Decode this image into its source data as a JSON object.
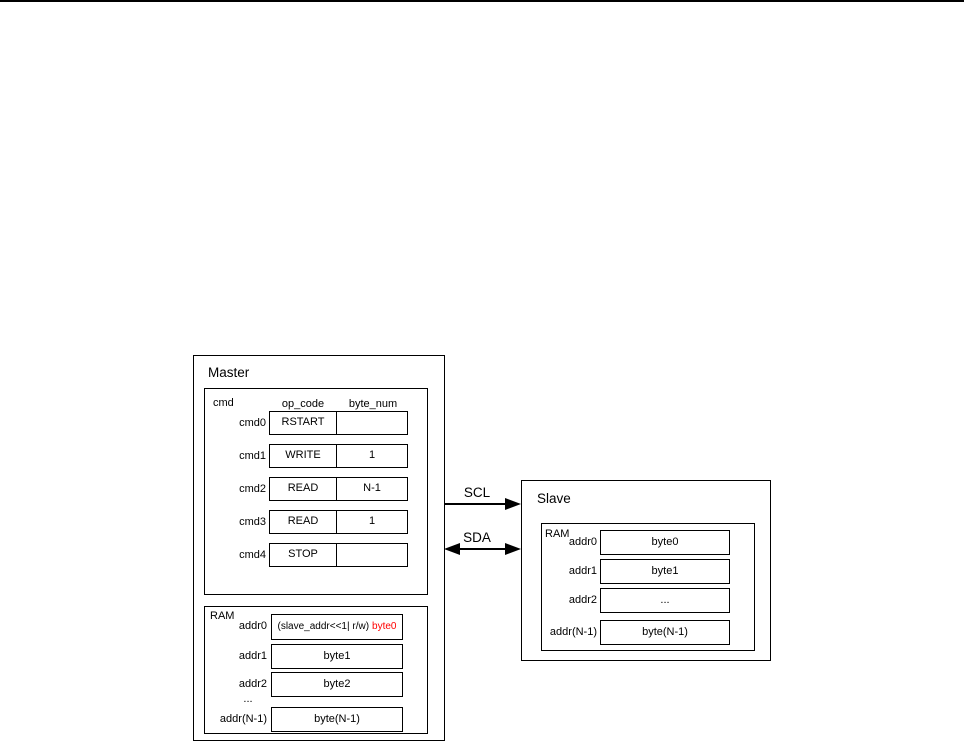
{
  "diagram": {
    "master": {
      "title": "Master",
      "cmd_table": {
        "label": "cmd",
        "columns": [
          "op_code",
          "byte_num"
        ],
        "rows": [
          {
            "label": "cmd0",
            "op_code": "RSTART",
            "byte_num": ""
          },
          {
            "label": "cmd1",
            "op_code": "WRITE",
            "byte_num": "1"
          },
          {
            "label": "cmd2",
            "op_code": "READ",
            "byte_num": "N-1"
          },
          {
            "label": "cmd3",
            "op_code": "READ",
            "byte_num": "1"
          },
          {
            "label": "cmd4",
            "op_code": "STOP",
            "byte_num": ""
          }
        ]
      },
      "ram_table": {
        "label": "RAM",
        "ellipsis": "...",
        "rows": [
          {
            "label": "addr0",
            "value": "(slave_addr<<1| r/w)",
            "highlight": "byte0"
          },
          {
            "label": "addr1",
            "value": "byte1"
          },
          {
            "label": "addr2",
            "value": "byte2"
          },
          {
            "label": "addr(N-1)",
            "value": "byte(N-1)"
          }
        ]
      }
    },
    "bus": {
      "scl": "SCL",
      "sda": "SDA"
    },
    "slave": {
      "title": "Slave",
      "ram_table": {
        "label": "RAM",
        "rows": [
          {
            "label": "addr0",
            "value": "byte0"
          },
          {
            "label": "addr1",
            "value": "byte1"
          },
          {
            "label": "addr2",
            "value": "..."
          },
          {
            "label": "addr(N-1)",
            "value": "byte(N-1)"
          }
        ]
      }
    },
    "colors": {
      "highlight_text": "#ff0000",
      "line": "#000000",
      "background": "#ffffff"
    }
  }
}
